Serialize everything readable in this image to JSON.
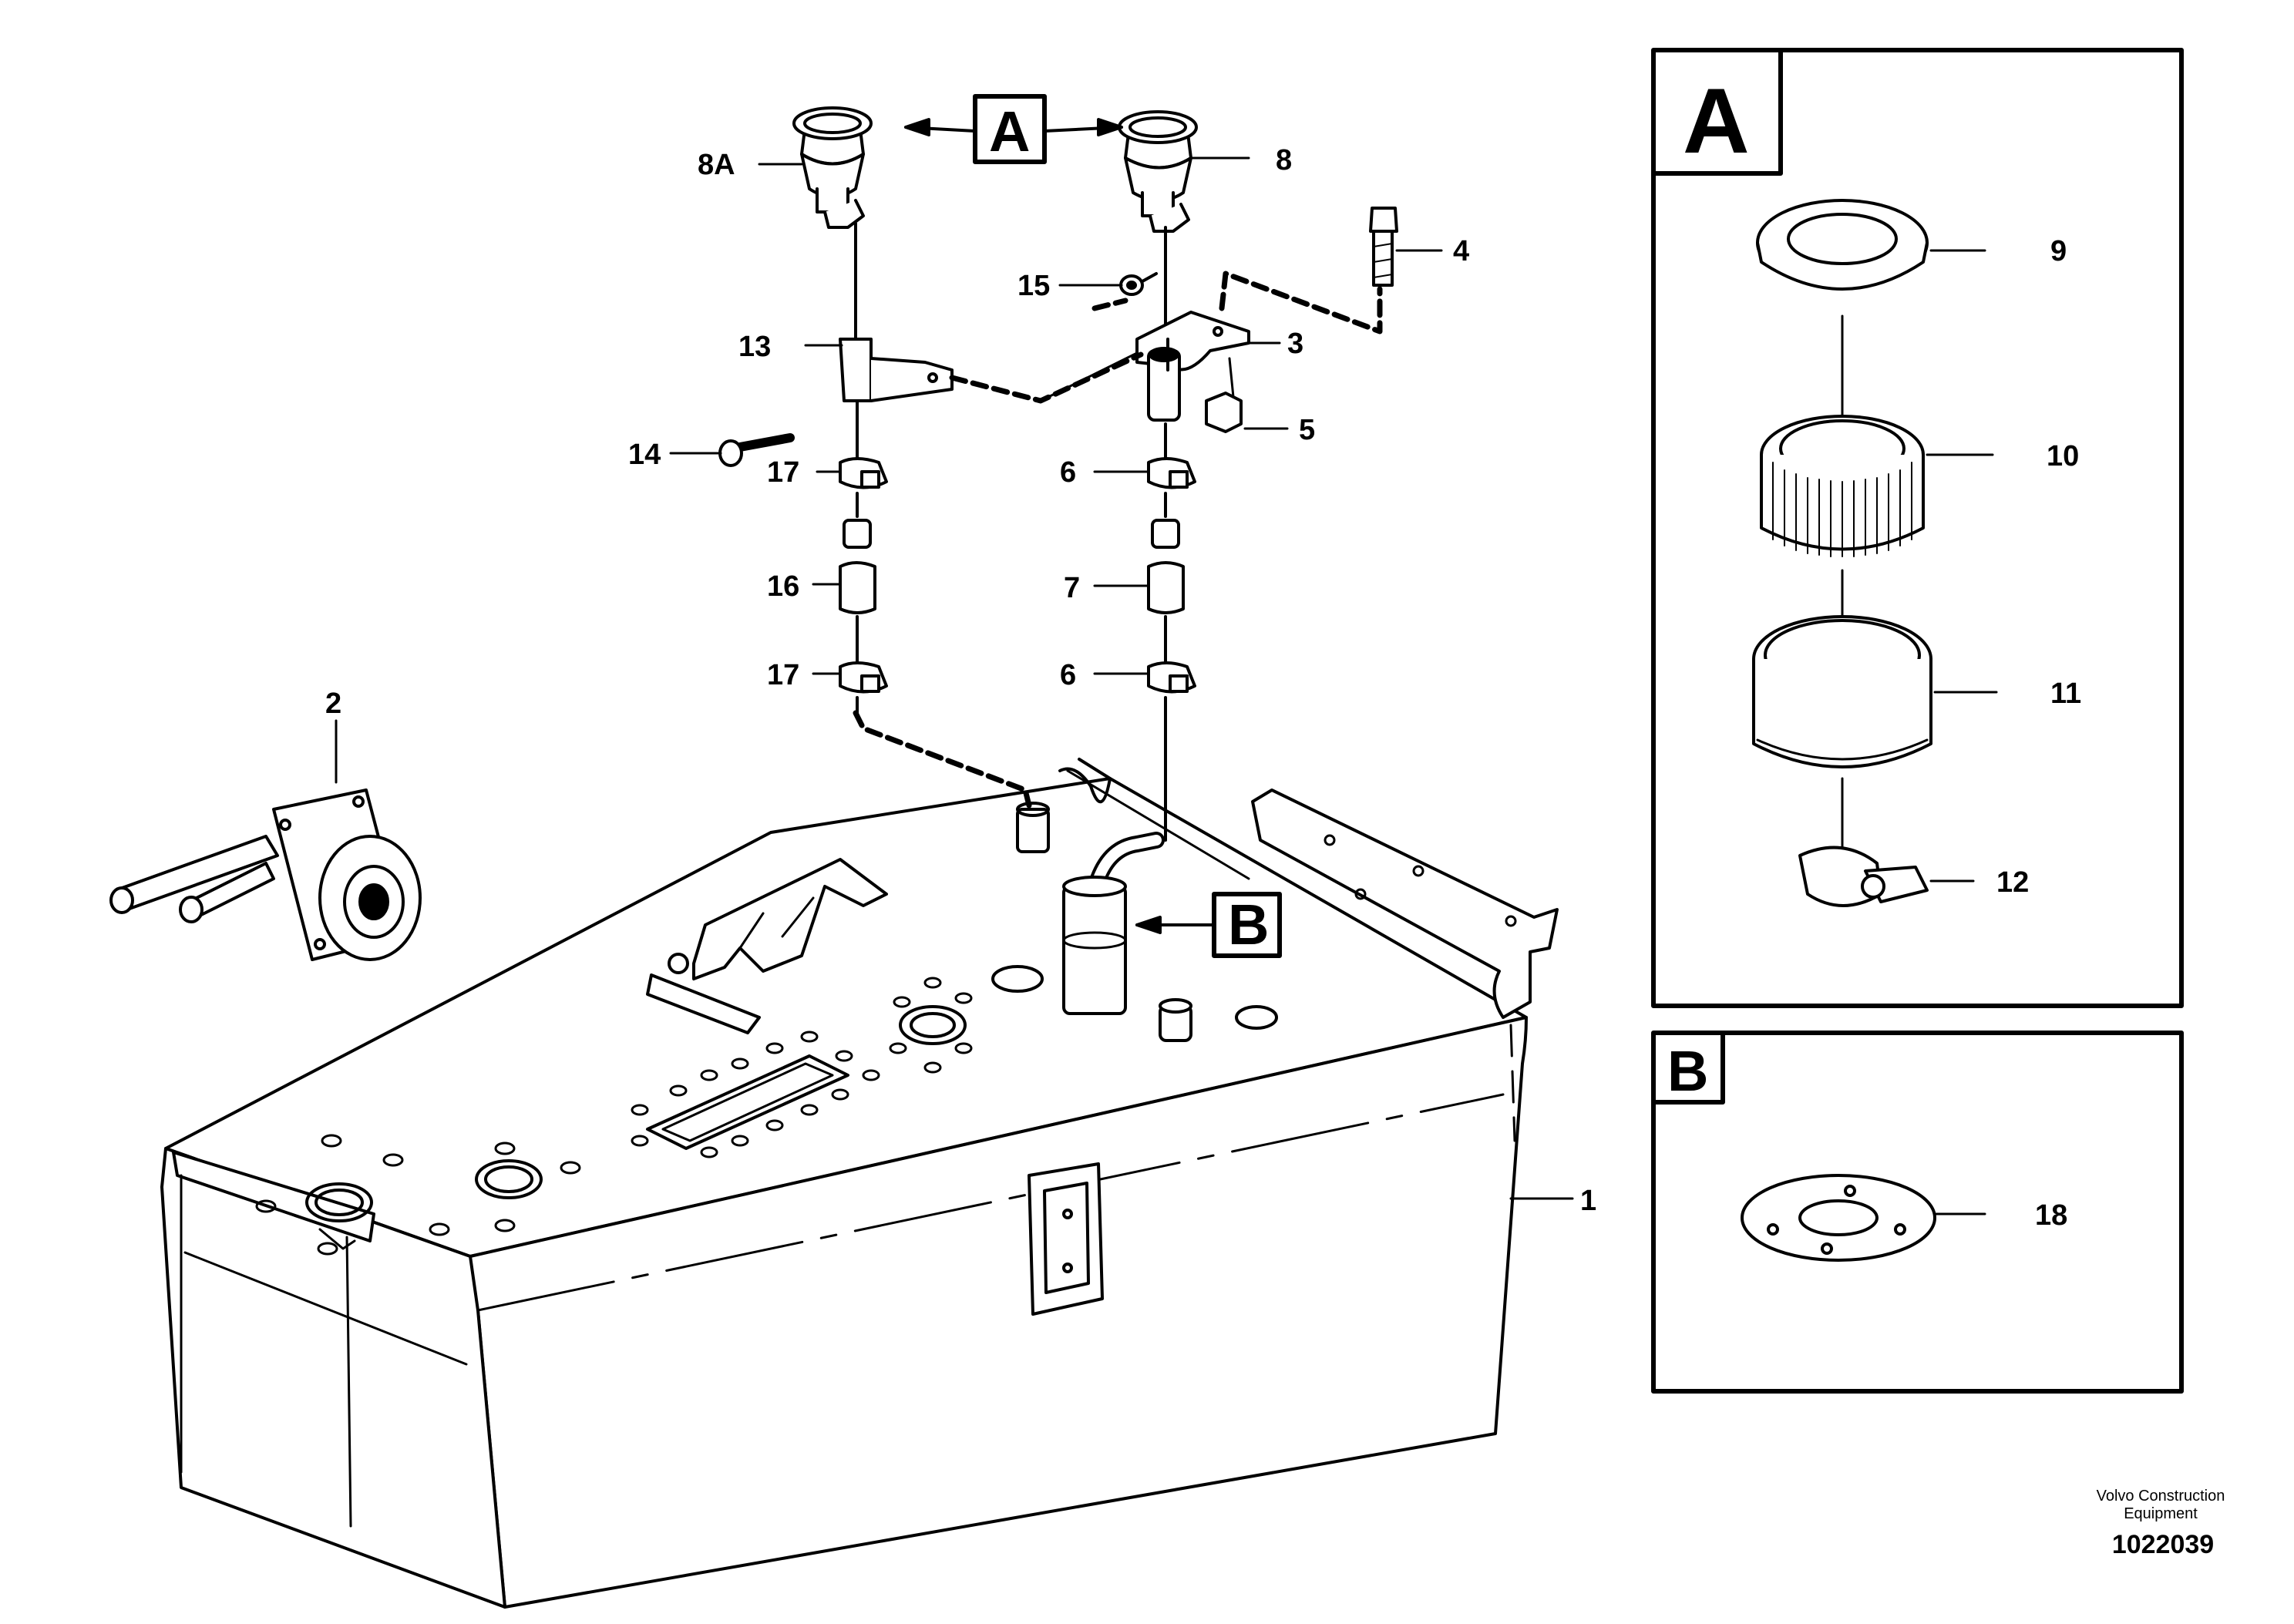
{
  "callouts": {
    "c1": "1",
    "c2": "2",
    "c3": "3",
    "c4": "4",
    "c5": "5",
    "c6a": "6",
    "c6b": "6",
    "c7": "7",
    "c8": "8",
    "c8a": "8A",
    "c9": "9",
    "c10": "10",
    "c11": "11",
    "c12": "12",
    "c13": "13",
    "c14": "14",
    "c15": "15",
    "c16": "16",
    "c17a": "17",
    "c17b": "17",
    "c18": "18"
  },
  "detail_refs": {
    "a": "A",
    "b": "B"
  },
  "panels": {
    "a_title": "A",
    "b_title": "B"
  },
  "footer": {
    "company_line1": "Volvo Construction",
    "company_line2": "Equipment",
    "drawing_number": "1022039"
  }
}
